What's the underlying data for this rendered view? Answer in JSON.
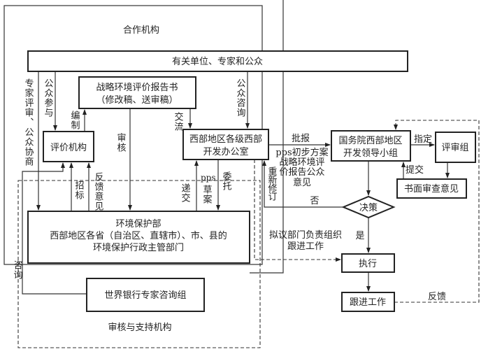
{
  "groups": {
    "cooperation": "合作机构",
    "review_support": "审核与支持机构"
  },
  "nodes": {
    "stakeholders": "有关单位、专家和公众",
    "report_line1": "战略环境评价报告书",
    "report_line2": "（修改稿、送审稿）",
    "assessor": "评价机构",
    "west_office_line1": "西部地区各级西部",
    "west_office_line2": "开发办公室",
    "state_council_line1": "国务院西部地区",
    "state_council_line2": "开发领导小组",
    "review_group": "评审组",
    "written_opinion": "书面审查意见",
    "decision": "决策",
    "execute": "执行",
    "follow_up": "跟进工作",
    "mep_line1": "环境保护部",
    "mep_line2": "西部地区各省（自治区、直辖市）、市、县的",
    "mep_line3": "环境保护行政主管部门",
    "world_bank": "世界银行专家咨询组"
  },
  "edges": {
    "expert_review": "专家评审、公众协商",
    "public_participation": "公众参与",
    "compile": "编制",
    "audit": "审核",
    "exchange": "交流",
    "public_consult": "公众咨询",
    "bidding": "招标",
    "feedback_opinion": "反馈意见",
    "submit": "递交",
    "pps": "pps",
    "draft": "草案",
    "entrust": "委托",
    "consult": "咨询",
    "report_up": "批报",
    "report_up_note1": "pps初步方案",
    "report_up_note2": "战略环境评",
    "report_up_note3": "价报告公众",
    "report_up_note4": "意见",
    "revise": "重新修订",
    "no": "否",
    "yes": "是",
    "assign": "指定",
    "hand_in": "提交",
    "feedback": "反馈",
    "proposing_dept1": "拟议部门负责组织",
    "proposing_dept2": "跟进工作"
  }
}
